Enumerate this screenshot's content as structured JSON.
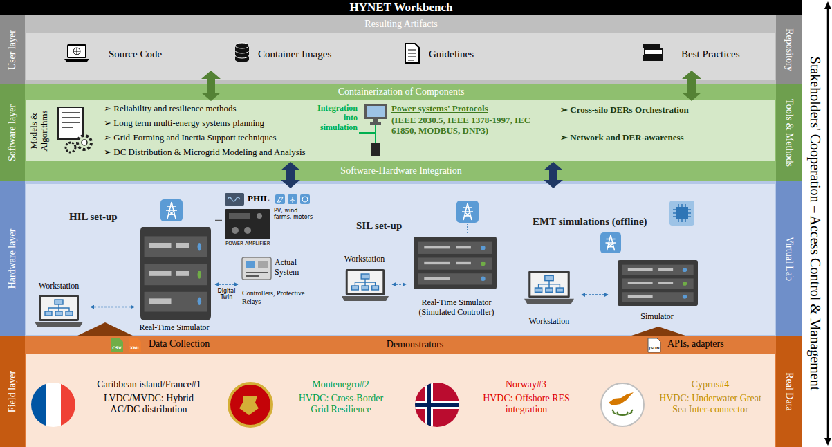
{
  "diagram": {
    "title": "HYNET Workbench",
    "nodes": [
      {
        "text": [
          "User layer",
          "Resulting Artifacts",
          "Repository"
        ]
      },
      {
        "text": [
          "Source Code"
        ],
        "in": 0
      },
      {
        "text": [
          "Container Images"
        ],
        "in": 0
      },
      {
        "text": [
          "Guidelines"
        ],
        "in": 0
      },
      {
        "text": [
          "Best Practices"
        ],
        "in": 0
      },
      {
        "text": [
          "Software layer",
          "Containerization of Components",
          "Tools & Methods",
          "Software-Hardware Integration"
        ]
      },
      {
        "text": [
          "Models & Algorithms",
          "➢ Reliability and resilience methods",
          "➢ Long term multi-energy systems planning",
          "➢ Grid-Forming and Inertia Support techniques",
          "➢ DC Distribution & Microgrid Modeling and Analysis"
        ],
        "in": 5
      },
      {
        "text": [
          "Integration into simulation",
          "Power systems' Protocols",
          "(IEEE 2030.5, IEEE 1378-1997, IEC 61850, MODBUS, DNP3)"
        ],
        "in": 5
      },
      {
        "text": [
          "➢ Cross-silo DERs Orchestration",
          "➢ Network and DER-awareness"
        ],
        "in": 5
      },
      {
        "text": [
          "Hardware layer",
          "Virtual Lab"
        ]
      },
      {
        "text": [
          "HIL set-up"
        ],
        "in": 9
      },
      {
        "text": [
          "Workstation"
        ],
        "in": 10
      },
      {
        "text": [
          "Real-Time Simulator"
        ],
        "in": 10
      },
      {
        "text": [
          "PHIL",
          "PV, wind farms, motors"
        ],
        "in": 10
      },
      {
        "text": [
          "Actual System",
          "Controllers, Protective Relays"
        ],
        "in": 10
      },
      {
        "text": [
          "SIL set-up"
        ],
        "in": 9
      },
      {
        "text": [
          "Workstation"
        ],
        "in": 15
      },
      {
        "text": [
          "Real-Time Simulator (Simulated Controller)"
        ],
        "in": 15
      },
      {
        "text": [
          "EMT simulations (offline)"
        ],
        "in": 9
      },
      {
        "text": [
          "Workstation"
        ],
        "in": 18
      },
      {
        "text": [
          "Simulator"
        ],
        "in": 18
      },
      {
        "text": [
          "Field layer",
          "Demonstrators",
          "Real Data"
        ]
      },
      {
        "text": [
          "Data Collection"
        ],
        "in": 21
      },
      {
        "text": [
          "APIs, adapters"
        ],
        "in": 21
      },
      {
        "text": [
          "Caribbean island/France#1",
          "LVDC/MVDC: Hybrid AC/DC distribution"
        ],
        "in": 21
      },
      {
        "text": [
          "Montenegro#2",
          "HVDC: Cross-Border Grid Resilience"
        ],
        "in": 21
      },
      {
        "text": [
          "Norway#3",
          "HVDC: Offshore RES integration"
        ],
        "in": 21
      },
      {
        "text": [
          "Cyprus#4",
          "HVDC: Underwater Great Sea Inter-connector"
        ],
        "in": 21
      }
    ],
    "edges": [
      {
        "from": 0,
        "to": 5,
        "arrow": "both"
      },
      {
        "from": 0,
        "to": 5,
        "arrow": "both"
      },
      {
        "from": 5,
        "to": 9,
        "arrow": "both"
      },
      {
        "from": 5,
        "to": 9,
        "arrow": "both"
      },
      {
        "from": 11,
        "to": 12,
        "arrow": "both"
      },
      {
        "from": 12,
        "to": 13,
        "arrow": "none"
      },
      {
        "from": 12,
        "to": 14,
        "arrow": "both"
      },
      {
        "from": 16,
        "to": 17,
        "arrow": "both"
      },
      {
        "from": 19,
        "to": 20,
        "arrow": "both"
      },
      {
        "from": 22,
        "to": 10,
        "arrow": "to"
      },
      {
        "from": 23,
        "to": 18,
        "arrow": "to"
      }
    ],
    "labels": [
      "CSV",
      "XML",
      "JSON",
      "POWER AMPLIFIER",
      "Digital Twin",
      "Stakeholders' Cooperation – Access Control & Management"
    ]
  }
}
